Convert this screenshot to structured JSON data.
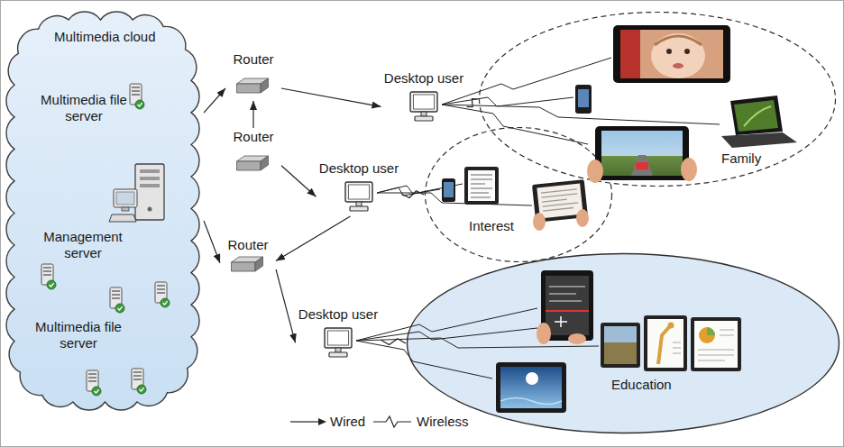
{
  "diagram": {
    "nodes": [
      {
        "text": [
          "Multimedia cloud"
        ]
      },
      {
        "text": [
          "Multimedia file server"
        ],
        "in": 0
      },
      {
        "text": [
          "Management server"
        ],
        "in": 0
      },
      {
        "text": [
          "Multimedia file server"
        ],
        "in": 0
      },
      {
        "text": [
          "Router"
        ]
      },
      {
        "text": [
          "Router"
        ]
      },
      {
        "text": [
          "Router"
        ]
      },
      {
        "text": [
          "Desktop user"
        ]
      },
      {
        "text": [
          "Desktop user"
        ]
      },
      {
        "text": [
          "Desktop user"
        ]
      },
      {
        "text": [
          "Family"
        ]
      },
      {
        "text": [
          "Interest"
        ]
      },
      {
        "text": [
          "Education"
        ]
      }
    ],
    "edges": [
      {
        "from": 0,
        "to": 4,
        "arrow": "to"
      },
      {
        "from": 5,
        "to": 4,
        "arrow": "to"
      },
      {
        "from": 4,
        "to": 7,
        "arrow": "to"
      },
      {
        "from": 5,
        "to": 8,
        "arrow": "to"
      },
      {
        "from": 0,
        "to": 6,
        "arrow": "to"
      },
      {
        "from": 8,
        "to": 6,
        "arrow": "to"
      },
      {
        "from": 6,
        "to": 9,
        "arrow": "to"
      },
      {
        "from": 7,
        "to": 10,
        "arrow": "none"
      },
      {
        "from": 8,
        "to": 11,
        "arrow": "none"
      },
      {
        "from": 9,
        "to": 12,
        "arrow": "none"
      }
    ],
    "legend": [
      {
        "text": "Wired"
      },
      {
        "text": "Wireless"
      }
    ]
  }
}
